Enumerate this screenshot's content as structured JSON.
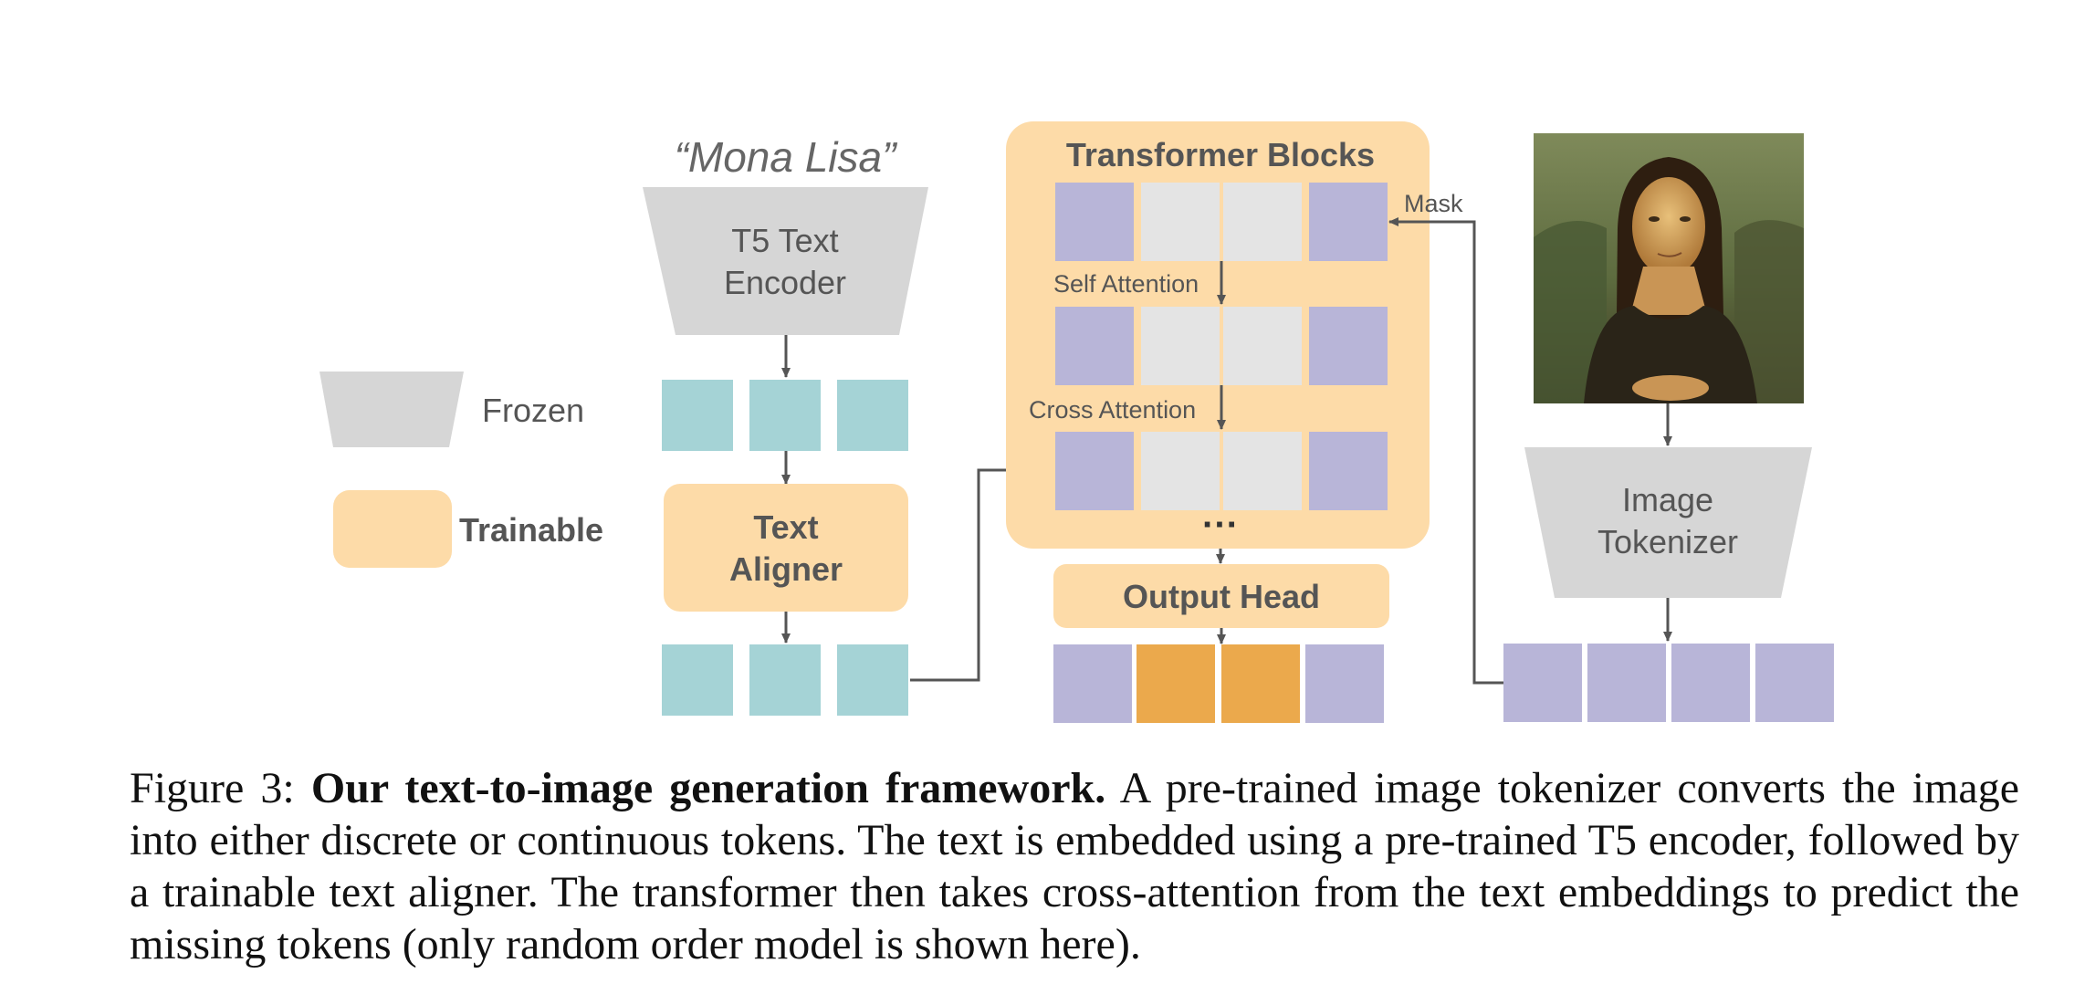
{
  "figure": {
    "legend": {
      "frozen_label": "Frozen",
      "trainable_label": "Trainable"
    },
    "prompt_text": "“Mona Lisa”",
    "text_encoder_label_line1": "T5 Text",
    "text_encoder_label_line2": "Encoder",
    "text_aligner_label_line1": "Text",
    "text_aligner_label_line2": "Aligner",
    "transformer_title": "Transformer Blocks",
    "self_attention_label": "Self Attention",
    "cross_attention_label": "Cross Attention",
    "ellipsis": "···",
    "output_head_label": "Output Head",
    "mask_label": "Mask",
    "image_tokenizer_label_line1": "Image",
    "image_tokenizer_label_line2": "Tokenizer",
    "input_image_alt": "Mona Lisa painting",
    "colors": {
      "frozen_gray": "#d6d6d6",
      "trainable_orange": "#fddba8",
      "text_token_teal": "#a5d3d6",
      "image_token_purple": "#b8b5d8",
      "masked_token_gray": "#e4e4e4",
      "predicted_token_orange": "#eba94c",
      "arrow_gray": "#555555"
    }
  },
  "caption": {
    "prefix": "Figure 3: ",
    "title": "Our text-to-image generation framework.",
    "body": " A pre-trained image tokenizer converts the image into either discrete or continuous tokens. The text is embedded using a pre-trained T5 encoder, followed by a trainable text aligner. The transformer then takes cross-attention from the text embeddings to predict the missing tokens (only random order model is shown here)."
  }
}
